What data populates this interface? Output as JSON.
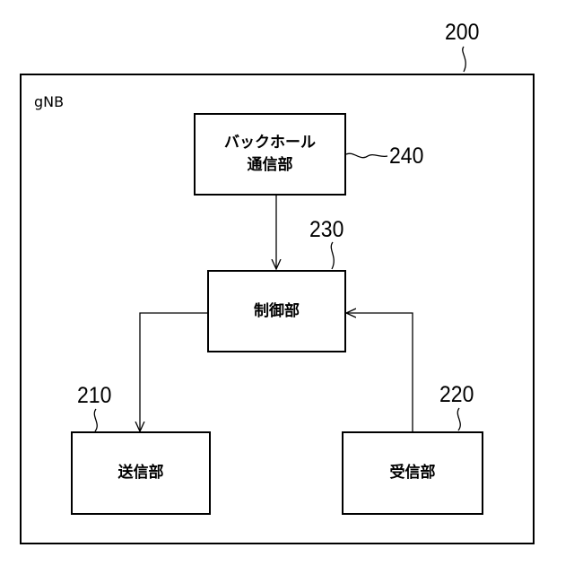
{
  "figure": {
    "outer_ref": "200",
    "container_label": "gNB",
    "backhaul": {
      "ref": "240",
      "line1": "バックホール",
      "line2": "通信部"
    },
    "control": {
      "ref": "230",
      "label": "制御部"
    },
    "transmit": {
      "ref": "210",
      "label": "送信部"
    },
    "receive": {
      "ref": "220",
      "label": "受信部"
    }
  }
}
